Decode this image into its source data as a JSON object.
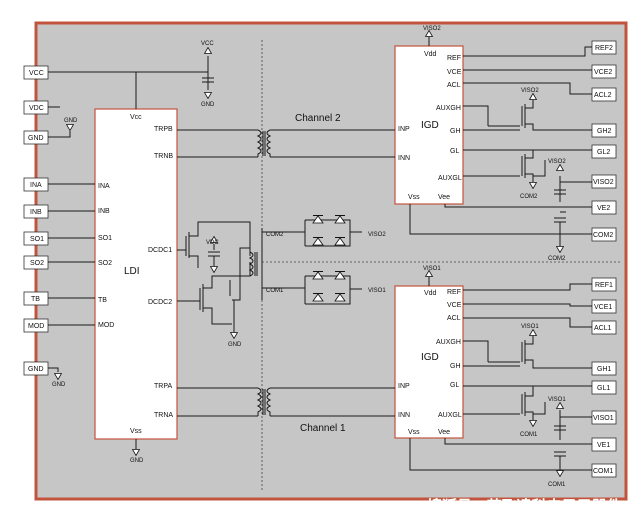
{
  "blocks": {
    "ldi": {
      "name": "LDI",
      "pins_left": [
        "INA",
        "INB",
        "SO1",
        "SO2",
        "TB",
        "MOD"
      ],
      "pins_right": [
        "TRPB",
        "TRNB",
        "DCDC1",
        "DCDC2",
        "TRPA",
        "TRNA"
      ],
      "vcc": "Vcc",
      "vss": "Vss"
    },
    "igd2": {
      "name": "IGD",
      "pins_left": [
        "INP",
        "INN"
      ],
      "pins_right": [
        "REF",
        "VCE",
        "ACL",
        "AUXGH",
        "GH",
        "GL",
        "AUXGL"
      ],
      "vdd": "Vdd",
      "vss": "Vss",
      "vee": "Vee"
    },
    "igd1": {
      "name": "IGD",
      "pins_left": [
        "INP",
        "INN"
      ],
      "pins_right": [
        "REF",
        "VCE",
        "ACL",
        "AUXGH",
        "GH",
        "GL",
        "AUXGL"
      ],
      "vdd": "Vdd",
      "vss": "Vss",
      "vee": "Vee"
    }
  },
  "channels": {
    "ch2": "Channel 2",
    "ch1": "Channel 1"
  },
  "left_ports": [
    "VCC",
    "VDC",
    "GND",
    "INA",
    "INB",
    "SO1",
    "SO2",
    "TB",
    "MOD",
    "GND"
  ],
  "right_ports": [
    "REF2",
    "VCE2",
    "ACL2",
    "GH2",
    "GL2",
    "VISO2",
    "VE2",
    "COM2",
    "REF1",
    "VCE1",
    "ACL1",
    "GH1",
    "GL1",
    "VISO1",
    "VE1",
    "COM1"
  ],
  "nets": {
    "vcc": "VCC",
    "gnd": "GND",
    "vdc": "VDC",
    "viso2": "VISO2",
    "viso1": "VISO1",
    "com2": "COM2",
    "com1": "COM1"
  },
  "watermark": "搜狐号@英飞凌科电子元器件"
}
